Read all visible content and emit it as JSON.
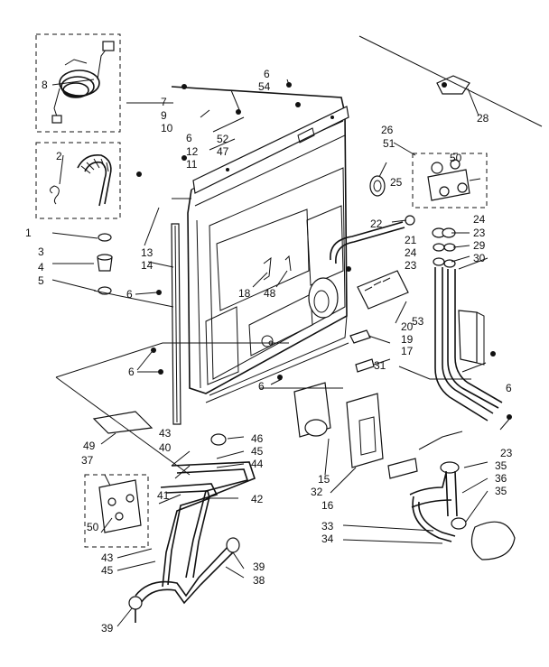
{
  "diagram": {
    "callouts": [
      "1",
      "2",
      "3",
      "4",
      "5",
      "6",
      "7",
      "8",
      "9",
      "10",
      "11",
      "12",
      "13",
      "14",
      "15",
      "16",
      "17",
      "18",
      "19",
      "20",
      "21",
      "22",
      "23",
      "24",
      "25",
      "26",
      "28",
      "29",
      "30",
      "31",
      "32",
      "33",
      "34",
      "35",
      "36",
      "37",
      "38",
      "39",
      "40",
      "41",
      "42",
      "43",
      "44",
      "45",
      "46",
      "47",
      "48",
      "49",
      "50",
      "51",
      "52",
      "53",
      "54"
    ]
  }
}
